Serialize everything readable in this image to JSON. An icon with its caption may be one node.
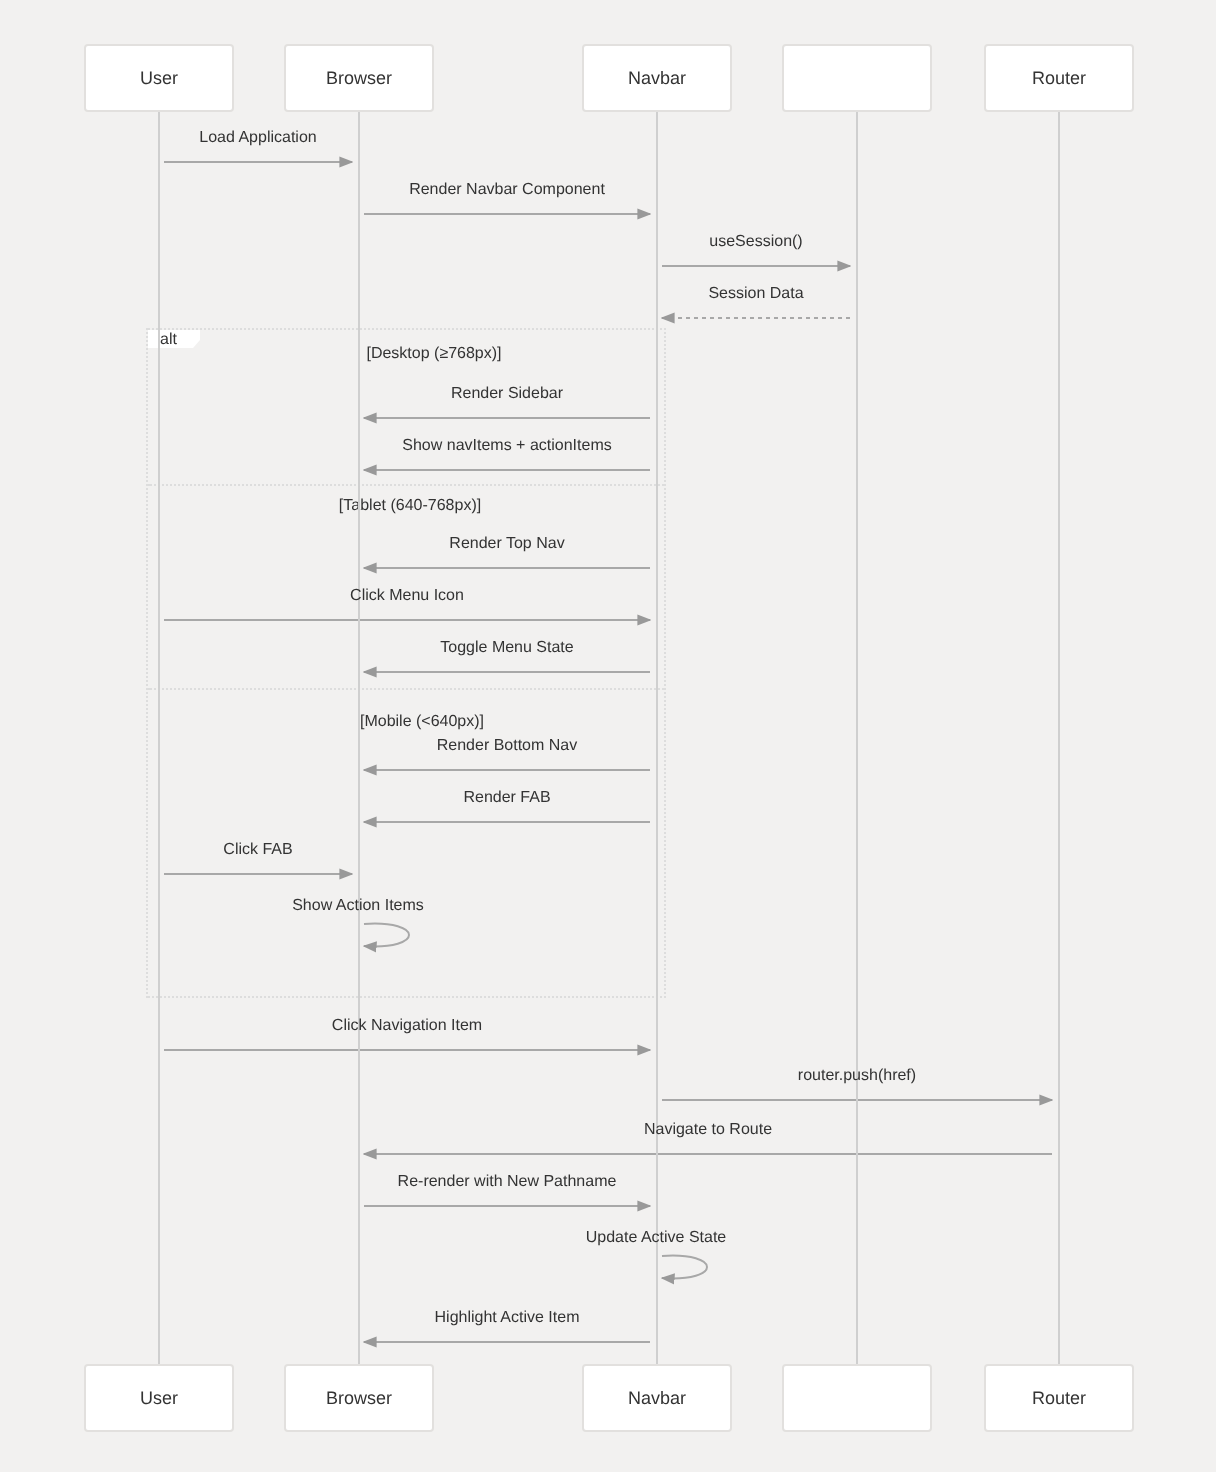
{
  "diagram": {
    "nodes": [
      {
        "text": [
          "User"
        ]
      },
      {
        "text": [
          "Browser"
        ]
      },
      {
        "text": [
          "Navbar"
        ]
      },
      {
        "text": [],
        "shape": "box"
      },
      {
        "text": [
          "Router"
        ]
      },
      {
        "text": [],
        "shape": "line"
      },
      {
        "text": [],
        "shape": "line"
      },
      {
        "text": [],
        "shape": "line"
      },
      {
        "text": [],
        "shape": "line"
      },
      {
        "text": [],
        "shape": "line"
      },
      {
        "text": [
          "User"
        ]
      },
      {
        "text": [
          "Browser"
        ]
      },
      {
        "text": [
          "Navbar"
        ]
      },
      {
        "text": [],
        "shape": "box"
      },
      {
        "text": [
          "Router"
        ]
      }
    ],
    "labels": [
      "alt",
      "[Desktop (≥768px)]",
      "[Tablet (640-768px)]",
      "[Mobile (<640px)]"
    ],
    "edges": [
      {
        "from": 5,
        "to": 6,
        "arrow": "to",
        "label": "Load Application"
      },
      {
        "from": 6,
        "to": 7,
        "arrow": "to",
        "label": "Render Navbar Component"
      },
      {
        "from": 7,
        "to": 8,
        "arrow": "to",
        "label": "useSession()"
      },
      {
        "from": 8,
        "to": 7,
        "arrow": "to",
        "label": "Session Data",
        "style": "dashed"
      },
      {
        "from": 7,
        "to": 6,
        "arrow": "to",
        "label": "Render Sidebar"
      },
      {
        "from": 7,
        "to": 6,
        "arrow": "to",
        "label": "Show navItems + actionItems"
      },
      {
        "from": 7,
        "to": 6,
        "arrow": "to",
        "label": "Render Top Nav"
      },
      {
        "from": 5,
        "to": 7,
        "arrow": "to",
        "label": "Click Menu Icon"
      },
      {
        "from": 7,
        "to": 6,
        "arrow": "to",
        "label": "Toggle Menu State"
      },
      {
        "from": 7,
        "to": 6,
        "arrow": "to",
        "label": "Render Bottom Nav"
      },
      {
        "from": 7,
        "to": 6,
        "arrow": "to",
        "label": "Render FAB"
      },
      {
        "from": 5,
        "to": 6,
        "arrow": "to",
        "label": "Click FAB"
      },
      {
        "from": 6,
        "to": 6,
        "arrow": "to",
        "label": "Show Action Items"
      },
      {
        "from": 5,
        "to": 7,
        "arrow": "to",
        "label": "Click Navigation Item"
      },
      {
        "from": 7,
        "to": 9,
        "arrow": "to",
        "label": "router.push(href)"
      },
      {
        "from": 9,
        "to": 6,
        "arrow": "to",
        "label": "Navigate to Route"
      },
      {
        "from": 6,
        "to": 7,
        "arrow": "to",
        "label": "Re-render with New Pathname"
      },
      {
        "from": 7,
        "to": 7,
        "arrow": "to",
        "label": "Update Active State"
      },
      {
        "from": 7,
        "to": 6,
        "arrow": "to",
        "label": "Highlight Active Item"
      }
    ]
  }
}
